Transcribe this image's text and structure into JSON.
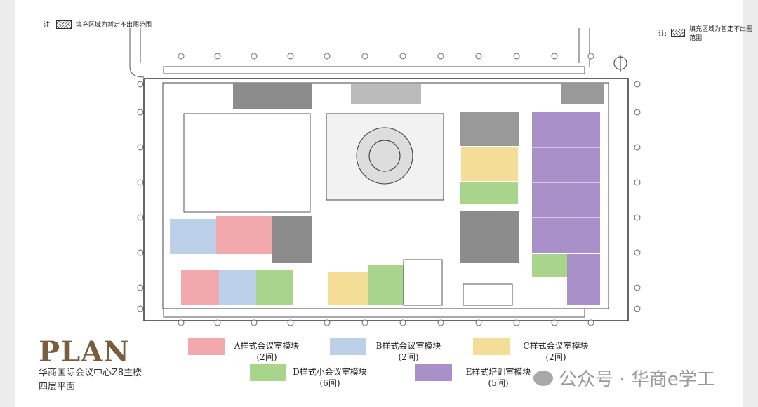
{
  "note": {
    "prefix": "注:",
    "text": "填充区域为暂定不出图范围"
  },
  "title": {
    "plan": "PLAN",
    "line1": "华商国际会议中心Z8主楼",
    "line2": "四层平面"
  },
  "legend": [
    {
      "label": "A样式会议室模块",
      "count": "(2间)",
      "color": "#f2a9ae"
    },
    {
      "label": "B样式会议室模块",
      "count": "(2间)",
      "color": "#bcd0ea"
    },
    {
      "label": "C样式会议室模块",
      "count": "(2间)",
      "color": "#f4dd96"
    },
    {
      "label": "D样式小会议室模块",
      "count": "(6间)",
      "color": "#a8d48c"
    },
    {
      "label": "E样式培训室模块",
      "count": "(5间)",
      "color": "#a990c8"
    }
  ],
  "watermark": "公众号 · 华商e学工"
}
